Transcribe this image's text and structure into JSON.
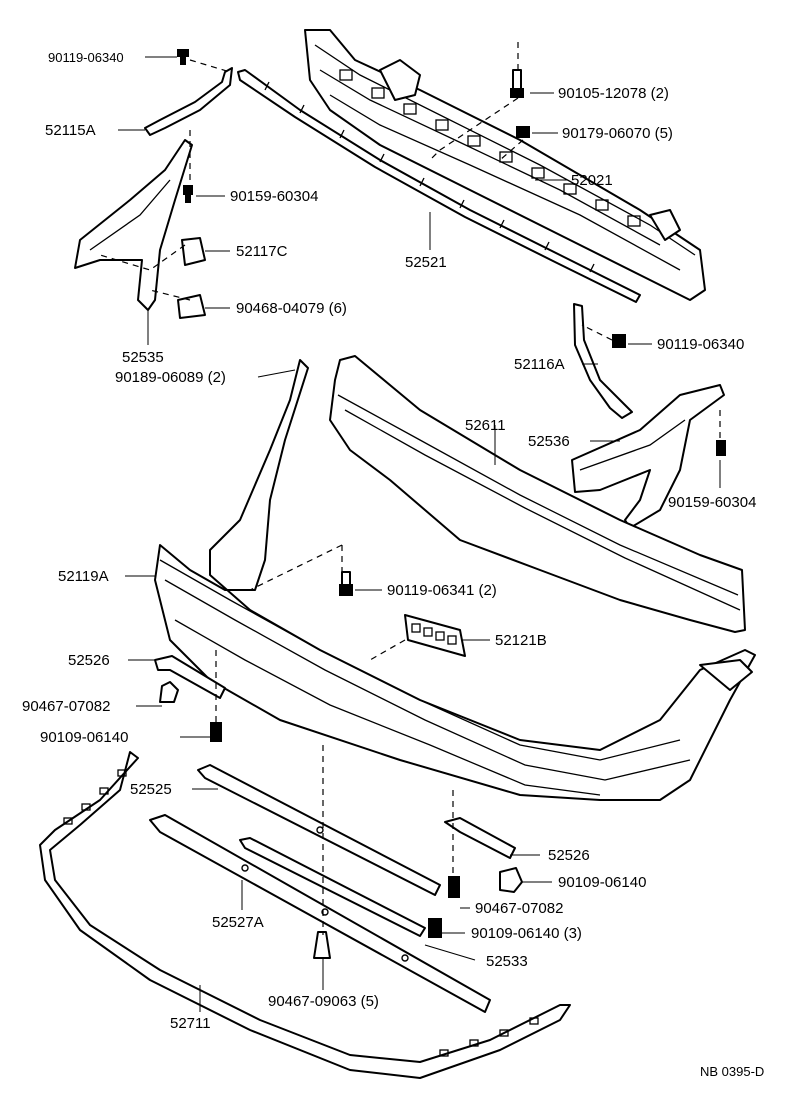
{
  "diagram": {
    "labels": [
      {
        "id": "p90119-06340-a",
        "text": "90119-06340"
      },
      {
        "id": "p52115A",
        "text": "52115A"
      },
      {
        "id": "p90159-60304-a",
        "text": "90159-60304"
      },
      {
        "id": "p52117C",
        "text": "52117C"
      },
      {
        "id": "p90468-04079",
        "text": "90468-04079 (6)"
      },
      {
        "id": "p52535",
        "text": "52535"
      },
      {
        "id": "p90189-06089",
        "text": "90189-06089 (2)"
      },
      {
        "id": "p90105-12078",
        "text": "90105-12078 (2)"
      },
      {
        "id": "p90179-06070",
        "text": "90179-06070 (5)"
      },
      {
        "id": "p52021",
        "text": "52021"
      },
      {
        "id": "p52521",
        "text": "52521"
      },
      {
        "id": "p90119-06340-b",
        "text": "90119-06340"
      },
      {
        "id": "p52116A",
        "text": "52116A"
      },
      {
        "id": "p52611",
        "text": "52611"
      },
      {
        "id": "p52536",
        "text": "52536"
      },
      {
        "id": "p90159-60304-b",
        "text": "90159-60304"
      },
      {
        "id": "p52119A",
        "text": "52119A"
      },
      {
        "id": "p90119-06341",
        "text": "90119-06341 (2)"
      },
      {
        "id": "p52121B",
        "text": "52121B"
      },
      {
        "id": "p52526-a",
        "text": "52526"
      },
      {
        "id": "p90467-07082-a",
        "text": "90467-07082"
      },
      {
        "id": "p90109-06140-a",
        "text": "90109-06140"
      },
      {
        "id": "p52525",
        "text": "52525"
      },
      {
        "id": "p52526-b",
        "text": "52526"
      },
      {
        "id": "p90109-06140-b",
        "text": "90109-06140"
      },
      {
        "id": "p90467-07082-b",
        "text": "90467-07082"
      },
      {
        "id": "p90109-06140-c",
        "text": "90109-06140 (3)"
      },
      {
        "id": "p52527A",
        "text": "52527A"
      },
      {
        "id": "p52533",
        "text": "52533"
      },
      {
        "id": "p90467-09063",
        "text": "90467-09063 (5)"
      },
      {
        "id": "p52711",
        "text": "52711"
      }
    ],
    "drawing_code": "NB  0395-D"
  }
}
